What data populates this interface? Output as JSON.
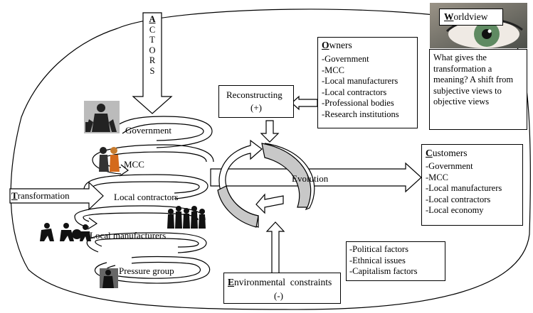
{
  "actors": {
    "first_letter": "A",
    "rest_letters": [
      "C",
      "T",
      "O",
      "R",
      "S"
    ]
  },
  "worldview": {
    "first_letter": "W",
    "rest": "orldview",
    "description": "What gives the transformation a meaning? A shift from subjective views to objective views"
  },
  "owners": {
    "first_letter": "O",
    "rest": "wners",
    "items": [
      "-Government",
      "-MCC",
      "-Local manufacturers",
      "-Local contractors",
      "-Professional bodies",
      "-Research institutions"
    ]
  },
  "customers": {
    "first_letter": "C",
    "rest": "ustomers",
    "items": [
      "-Government",
      "-MCC",
      "-Local manufacturers",
      "-Local contractors",
      "-Local economy"
    ]
  },
  "environmental": {
    "first_letter": "E",
    "rest": "nvironmental  constraints",
    "sign": "(-)",
    "factors": [
      "-Political factors",
      "-Ethnical issues",
      "-Capitalism factors"
    ]
  },
  "transformation": {
    "first_letter": "T",
    "rest": "ransformation"
  },
  "reconstructing": {
    "label": "Reconstructing",
    "sign": "(+)"
  },
  "evolution_label": "Evolution",
  "loop_labels": {
    "government": "Government",
    "mcc": "MCC",
    "local_contractors": "Local contractors",
    "local_manufacturers": "Local manufacturers",
    "pressure_group": "Pressure group"
  },
  "colors": {
    "line": "#000000",
    "cycle_fill": "#c8c8c8",
    "eye_green": "#5f8a62"
  }
}
